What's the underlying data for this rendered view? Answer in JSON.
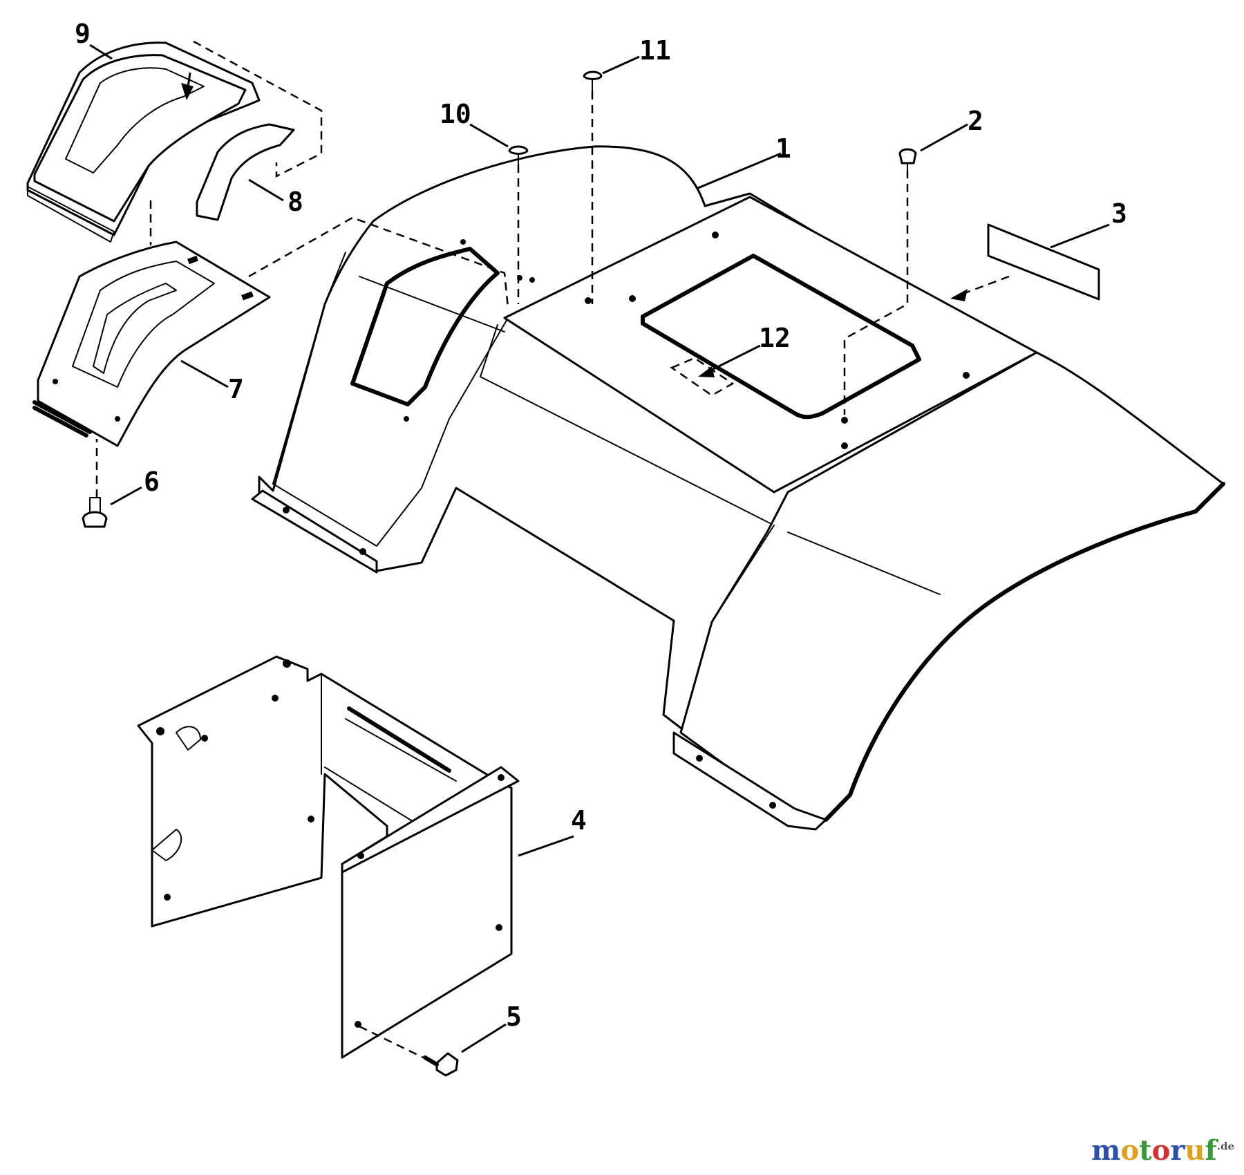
{
  "callouts": {
    "c1": "1",
    "c2": "2",
    "c3": "3",
    "c4": "4",
    "c5": "5",
    "c6": "6",
    "c7": "7",
    "c8": "8",
    "c9": "9",
    "c10": "10",
    "c11": "11",
    "c12": "12"
  },
  "watermark": {
    "letters": [
      "m",
      "o",
      "t",
      "o",
      "r",
      "u",
      "f"
    ],
    "letter_colors": [
      "#2b4fa8",
      "#e0a020",
      "#3a9a3a",
      "#d03030",
      "#2b4fa8",
      "#e0a020",
      "#3a9a3a"
    ],
    "tld": ".de",
    "tld_color": "#555555"
  }
}
